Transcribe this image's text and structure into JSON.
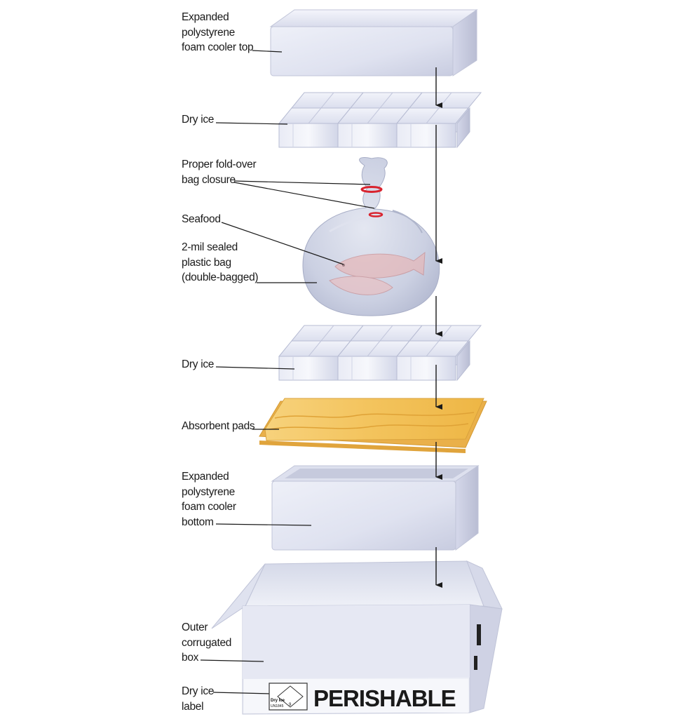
{
  "labels": {
    "cooler_top": [
      "Expanded",
      "polystyrene",
      "foam cooler top"
    ],
    "dry_ice_1": [
      "Dry ice"
    ],
    "bag_closure": [
      "Proper fold-over",
      "bag closure"
    ],
    "seafood": [
      "Seafood"
    ],
    "plastic_bag": [
      "2-mil sealed",
      "plastic bag",
      "(double-bagged)"
    ],
    "dry_ice_2": [
      "Dry ice"
    ],
    "absorbent_pads": [
      "Absorbent pads"
    ],
    "cooler_bottom": [
      "Expanded",
      "polystyrene",
      "foam cooler",
      "bottom"
    ],
    "outer_box": [
      "Outer",
      "corrugated",
      "box"
    ],
    "dry_ice_label": [
      "Dry ice",
      "label"
    ]
  },
  "box_text": {
    "perishable": "PERISHABLE",
    "sticker_line1": "Dry Ice",
    "sticker_line2": "UN1845",
    "sticker_class": "9"
  },
  "colors": {
    "foam": "#e6e8f4",
    "foam_shade": "#c9cde0",
    "pad": "#f2c25a",
    "bag": "#cfd3e3",
    "tie": "#d9232e",
    "line": "#1a1a1a"
  }
}
